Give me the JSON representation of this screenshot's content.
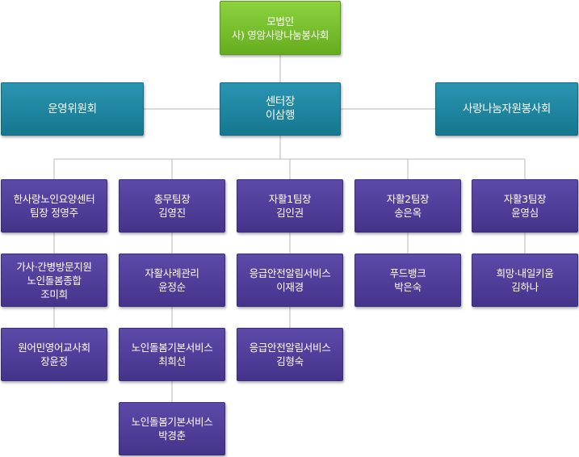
{
  "chart_title": "",
  "top": {
    "line1": "모법인",
    "line2": "사) 영암사랑나눔봉사회"
  },
  "left_committee": "운영위원회",
  "center": {
    "line1": "센터장",
    "line2": "이삼행"
  },
  "right_committee": "사랑나눔자원봉사회",
  "columns": [
    {
      "head": [
        "한사랑노인요양센터",
        "팀장 정영주"
      ],
      "members": [
        [
          "가사·간병방문지원",
          "노인돌봄종합",
          "조미희"
        ],
        [
          "원어민영어교사회",
          "장윤정"
        ]
      ]
    },
    {
      "head": [
        "총무팀장",
        "김영진"
      ],
      "members": [
        [
          "자활사례관리",
          "윤정순"
        ],
        [
          "노인돌봄기본서비스",
          "최희선"
        ],
        [
          "노인돌봄기본서비스",
          "박경춘"
        ]
      ]
    },
    {
      "head": [
        "자활1팀장",
        "김인권"
      ],
      "members": [
        [
          "응급안전알림서비스",
          "이재경"
        ],
        [
          "응급안전알림서비스",
          "김형숙"
        ]
      ]
    },
    {
      "head": [
        "자활2팀장",
        "송은옥"
      ],
      "members": [
        [
          "푸드뱅크",
          "박은숙"
        ]
      ]
    },
    {
      "head": [
        "자활3팀장",
        "윤영심"
      ],
      "members": [
        [
          "희망·내일키움",
          "김하나"
        ]
      ]
    }
  ]
}
